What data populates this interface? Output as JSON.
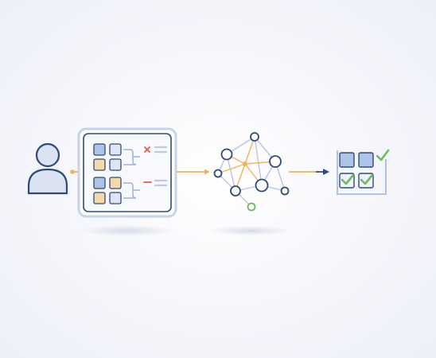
{
  "diagram": {
    "stages": [
      "user",
      "data-review-panel",
      "network-graph",
      "verified-results"
    ]
  },
  "colors": {
    "stroke": "#2f4a7a",
    "blue_fill": "#aec4e6",
    "light_fill": "#dfe4f3",
    "orange_fill": "#f6d9a8",
    "arrow_orange": "#f2b25a",
    "arrow_navy": "#2f4a7a",
    "reject_red": "#e05a4f",
    "check_green": "#6bbd54",
    "panel_border": "#c7d3ea"
  },
  "icons": {
    "user": "user-icon",
    "reject": "x-mark-icon",
    "minus": "minus-icon",
    "checks": "check-icon"
  }
}
